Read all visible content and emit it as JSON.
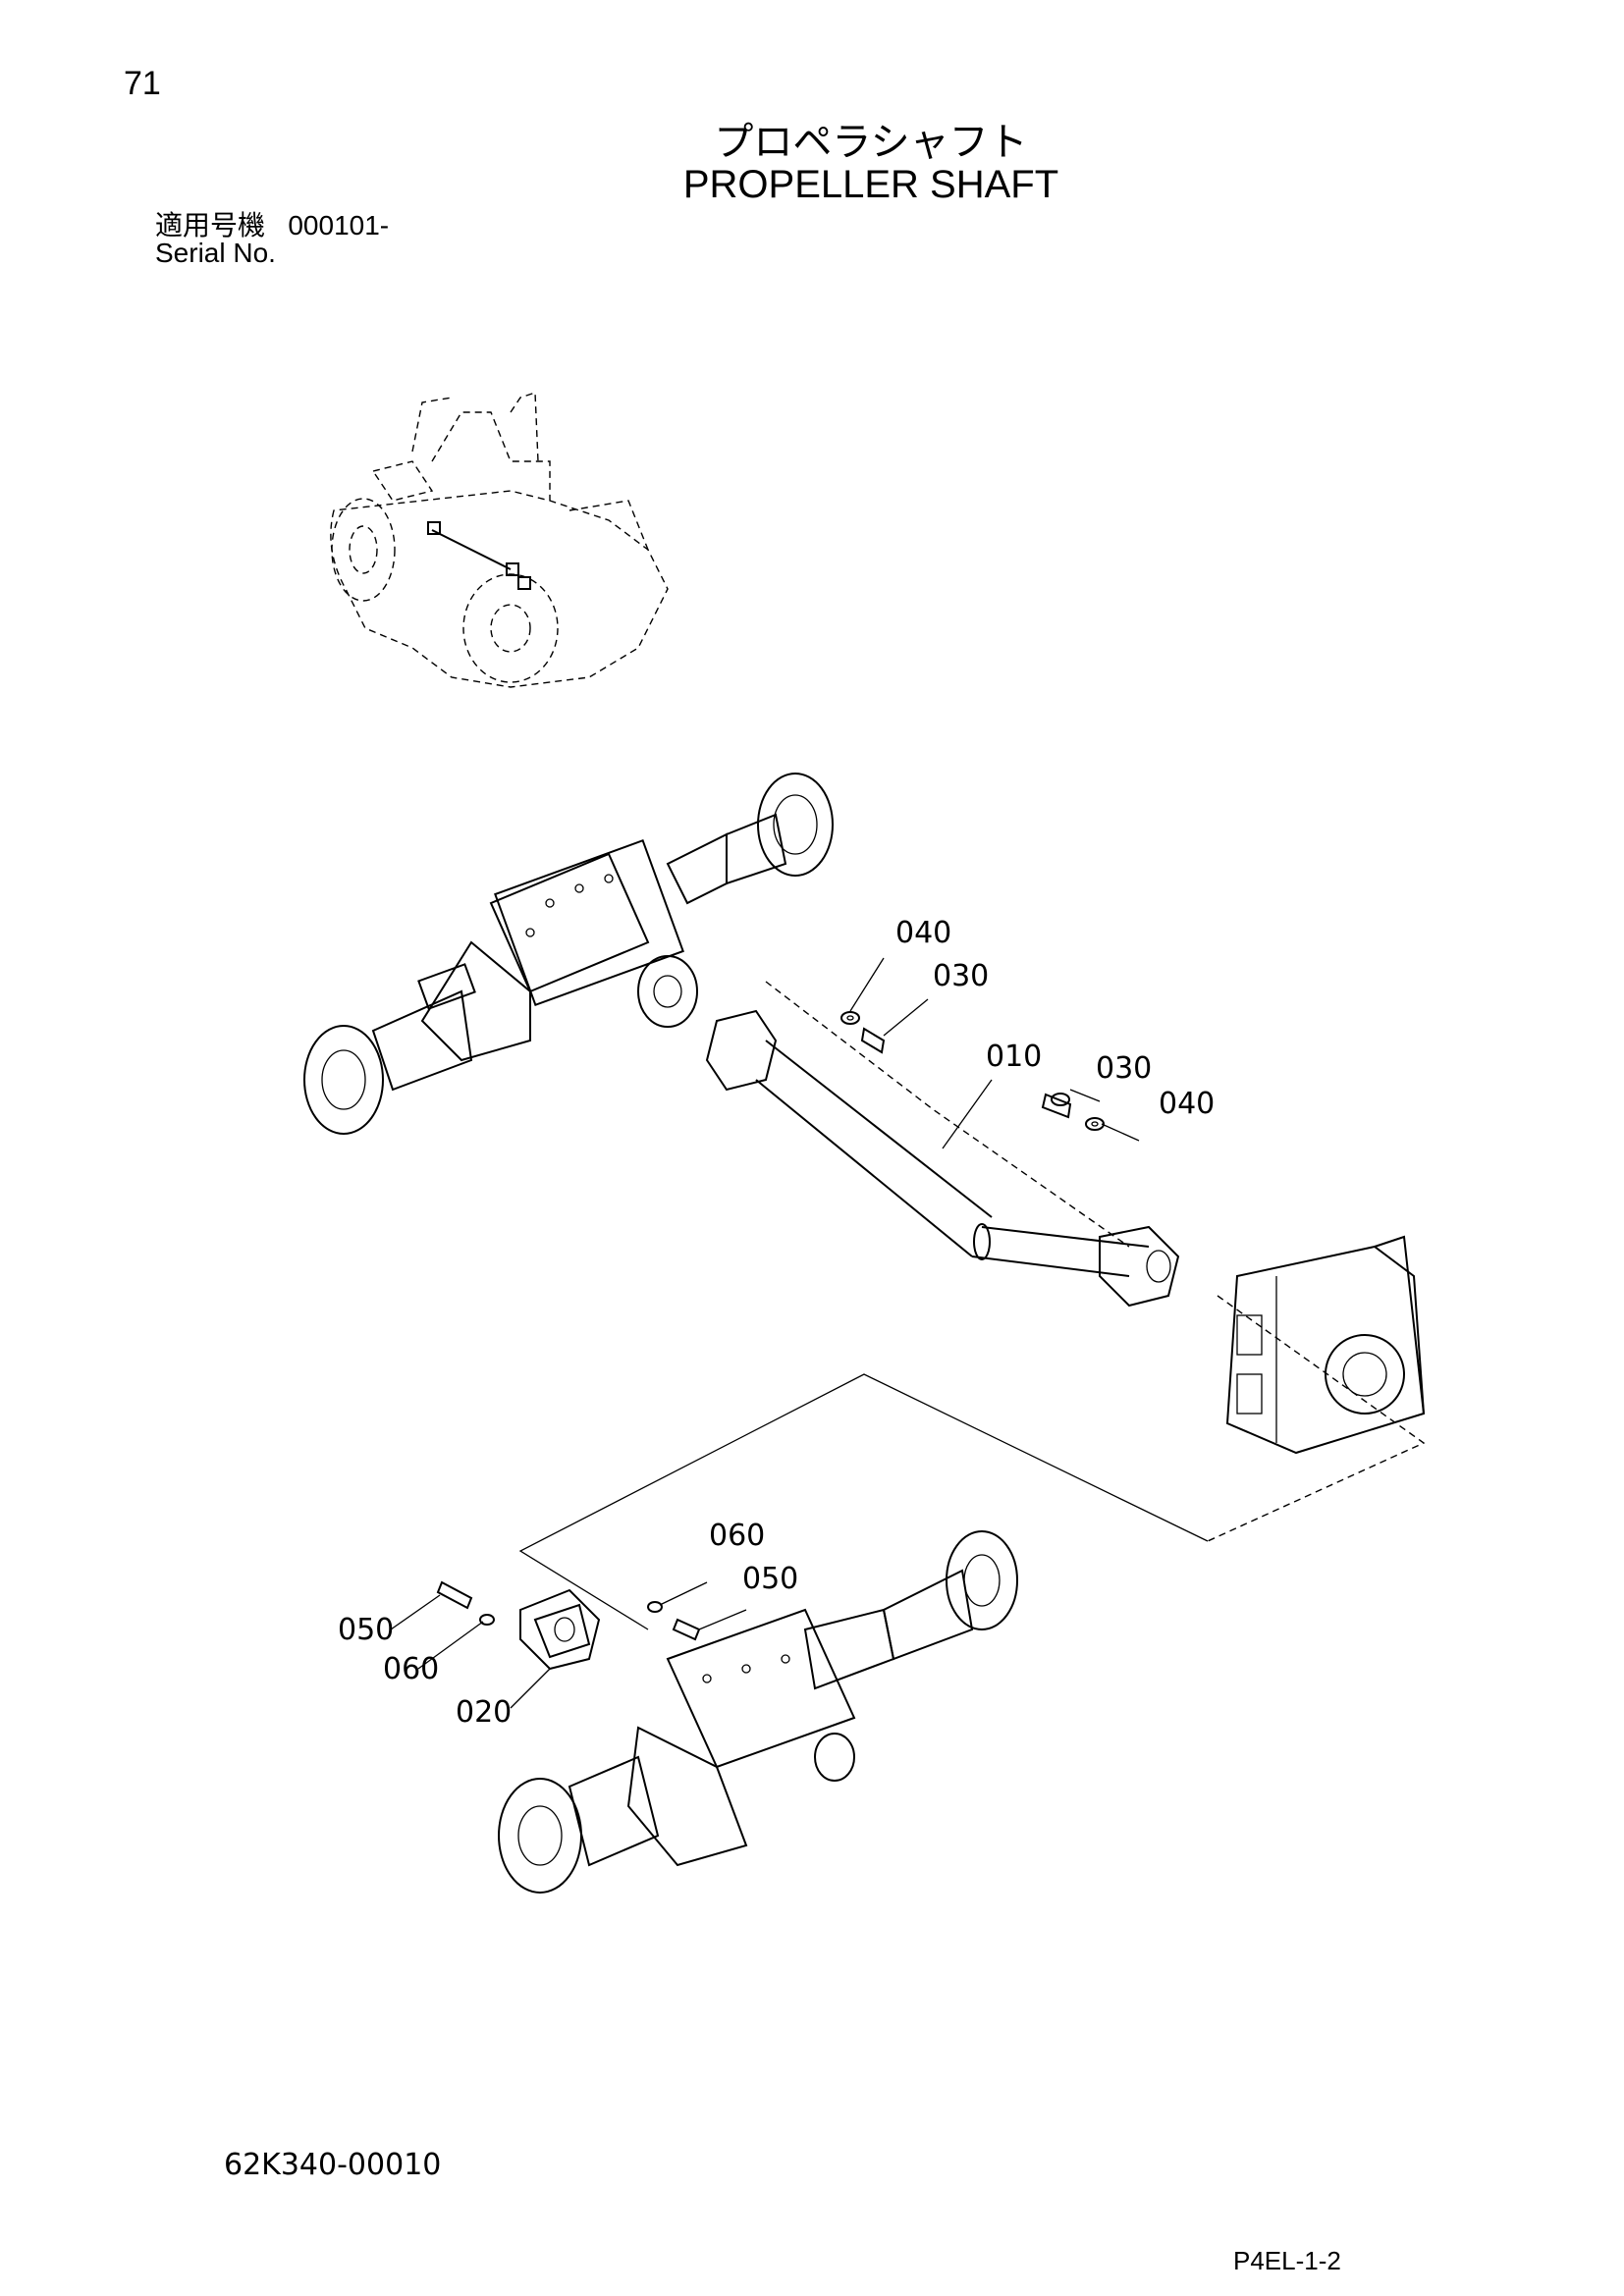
{
  "page_number": "71",
  "title_jp": "プロペラシャフト",
  "title_en": "PROPELLER SHAFT",
  "serial_label_jp": "適用号機",
  "serial_value": "000101-",
  "serial_label_en": "Serial No.",
  "callouts": {
    "c010": "010",
    "c020": "020",
    "c030a": "030",
    "c030b": "030",
    "c040a": "040",
    "c040b": "040",
    "c050a": "050",
    "c050b": "050",
    "c060a": "060",
    "c060b": "060"
  },
  "drawing_number": "62K340-00010",
  "page_code": "P4EL-1-2"
}
